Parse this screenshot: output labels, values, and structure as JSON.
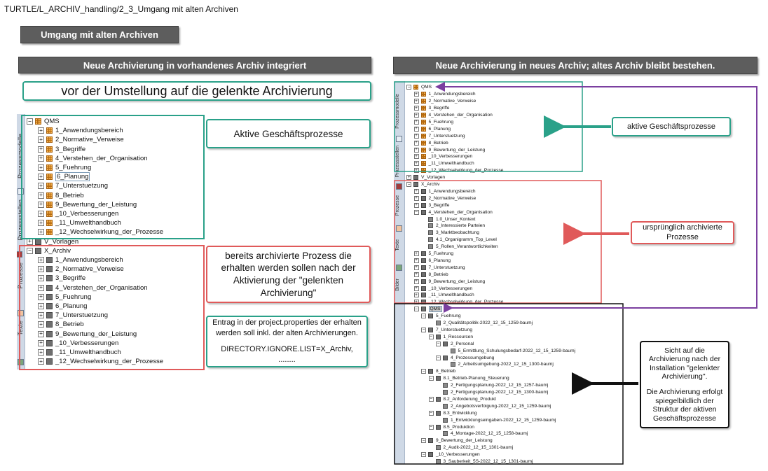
{
  "breadcrumb": "TURTLE/L_ARCHIV_handling/2_3_Umgang mit alten Archiven",
  "page_title": "Umgang mit alten Archiven",
  "left": {
    "header": "Neue Archivierung in vorhandenes Archiv integriert",
    "subtitle": "vor der Umstellung auf die gelenkte Archivierung",
    "callout_active": "Aktive Geschäftsprozesse",
    "callout_archived": "bereits archivierte Prozess die erhalten werden sollen nach der Aktivierung der \"gelenkten Archivierung\"",
    "callout_config_line1": "Entrag in der project.properties der erhalten werden soll inkl. der alten Archivierungen.",
    "callout_config_line2": "DIRECTORY.IGNORE.LIST=X_Archiv, ........",
    "side_tabs": [
      "Prozessmodelle",
      "Prozessstellen",
      "Prozesse",
      "Texte"
    ],
    "tree": [
      {
        "label": "QMS",
        "level": 0,
        "exp": "−",
        "icon": "grid"
      },
      {
        "label": "1_Anwendungsbereich",
        "level": 1,
        "exp": "+",
        "icon": "grid"
      },
      {
        "label": "2_Normative_Verweise",
        "level": 1,
        "exp": "+",
        "icon": "grid"
      },
      {
        "label": "3_Begriffe",
        "level": 1,
        "exp": "+",
        "icon": "grid"
      },
      {
        "label": "4_Verstehen_der_Organisation",
        "level": 1,
        "exp": "+",
        "icon": "grid"
      },
      {
        "label": "5_Fuehrung",
        "level": 1,
        "exp": "+",
        "icon": "grid"
      },
      {
        "label": "6_Planung",
        "level": 1,
        "exp": "+",
        "icon": "grid",
        "selected": true
      },
      {
        "label": "7_Unterstuetzung",
        "level": 1,
        "exp": "+",
        "icon": "grid"
      },
      {
        "label": "8_Betrieb",
        "level": 1,
        "exp": "+",
        "icon": "grid"
      },
      {
        "label": "9_Bewertung_der_Leistung",
        "level": 1,
        "exp": "+",
        "icon": "grid"
      },
      {
        "label": "_10_Verbesserungen",
        "level": 1,
        "exp": "+",
        "icon": "grid"
      },
      {
        "label": "_11_Umwelthandbuch",
        "level": 1,
        "exp": "+",
        "icon": "grid"
      },
      {
        "label": "_12_Wechselwirkung_der_Prozesse",
        "level": 1,
        "exp": "+",
        "icon": "grid"
      },
      {
        "label": "V_Vorlagen",
        "level": 0,
        "exp": "+",
        "icon": "gray"
      },
      {
        "label": "X_Archiv",
        "level": 0,
        "exp": "−",
        "icon": "gray"
      },
      {
        "label": "1_Anwendungsbereich",
        "level": 1,
        "exp": "+",
        "icon": "gray"
      },
      {
        "label": "2_Normative_Verweise",
        "level": 1,
        "exp": "+",
        "icon": "gray"
      },
      {
        "label": "3_Begriffe",
        "level": 1,
        "exp": "+",
        "icon": "gray"
      },
      {
        "label": "4_Verstehen_der_Organisation",
        "level": 1,
        "exp": "+",
        "icon": "gray"
      },
      {
        "label": "5_Fuehrung",
        "level": 1,
        "exp": "+",
        "icon": "gray"
      },
      {
        "label": "6_Planung",
        "level": 1,
        "exp": "+",
        "icon": "gray"
      },
      {
        "label": "7_Unterstuetzung",
        "level": 1,
        "exp": "+",
        "icon": "gray"
      },
      {
        "label": "8_Betrieb",
        "level": 1,
        "exp": "+",
        "icon": "gray"
      },
      {
        "label": "9_Bewertung_der_Leistung",
        "level": 1,
        "exp": "+",
        "icon": "gray"
      },
      {
        "label": "_10_Verbesserungen",
        "level": 1,
        "exp": "+",
        "icon": "gray"
      },
      {
        "label": "_11_Umwelthandbuch",
        "level": 1,
        "exp": "+",
        "icon": "gray"
      },
      {
        "label": "_12_Wechselwirkung_der_Prozesse",
        "level": 1,
        "exp": "+",
        "icon": "gray"
      }
    ]
  },
  "right": {
    "header": "Neue Archivierung in neues Archiv; altes Archiv bleibt bestehen.",
    "callout_active": "aktive Geschäftsprozesse",
    "callout_archived": "ursprünglich archivierte Prozesse",
    "callout_view_line1": "Sicht auf die Archivierung nach der Installation \"gelenkter Archivierung\".",
    "callout_view_line2": "Die Archivierung erfolgt spiegelbildlich der Struktur der aktiven Geschäftsprozesse",
    "side_tabs": [
      "Prozessmodelle",
      "Prozessstellen",
      "Prozesse",
      "Texte",
      "Bilder"
    ],
    "tree": [
      {
        "label": "QMS",
        "level": 0,
        "exp": "−",
        "icon": "grid"
      },
      {
        "label": "1_Anwendungsbereich",
        "level": 1,
        "exp": "+",
        "icon": "grid"
      },
      {
        "label": "2_Normative_Verweise",
        "level": 1,
        "exp": "+",
        "icon": "grid"
      },
      {
        "label": "3_Begriffe",
        "level": 1,
        "exp": "+",
        "icon": "grid"
      },
      {
        "label": "4_Verstehen_der_Organisation",
        "level": 1,
        "exp": "+",
        "icon": "grid"
      },
      {
        "label": "5_Fuehrung",
        "level": 1,
        "exp": "+",
        "icon": "grid"
      },
      {
        "label": "6_Planung",
        "level": 1,
        "exp": "+",
        "icon": "grid"
      },
      {
        "label": "7_Unterstuetzung",
        "level": 1,
        "exp": "+",
        "icon": "grid"
      },
      {
        "label": "8_Betrieb",
        "level": 1,
        "exp": "+",
        "icon": "grid"
      },
      {
        "label": "9_Bewertung_der_Leistung",
        "level": 1,
        "exp": "+",
        "icon": "grid"
      },
      {
        "label": "_10_Verbesserungen",
        "level": 1,
        "exp": "+",
        "icon": "grid"
      },
      {
        "label": "_11_Umwelthandbuch",
        "level": 1,
        "exp": "+",
        "icon": "grid"
      },
      {
        "label": "_12_Wechselwirkung_der_Prozesse",
        "level": 1,
        "exp": "+",
        "icon": "grid"
      },
      {
        "label": "V_Vorlagen",
        "level": 0,
        "exp": "+",
        "icon": "gray"
      },
      {
        "label": "X_Archiv",
        "level": 0,
        "exp": "−",
        "icon": "gray"
      },
      {
        "label": "1_Anwendungsbereich",
        "level": 1,
        "exp": "+",
        "icon": "gray"
      },
      {
        "label": "2_Normative_Verweise",
        "level": 1,
        "exp": "+",
        "icon": "gray"
      },
      {
        "label": "3_Begriffe",
        "level": 1,
        "exp": "+",
        "icon": "gray"
      },
      {
        "label": "4_Verstehen_der_Organisation",
        "level": 1,
        "exp": "−",
        "icon": "gray"
      },
      {
        "label": "1.0_Unser_Kontext",
        "level": 2,
        "exp": "",
        "icon": "doc"
      },
      {
        "label": "2_Interessierte Parteien",
        "level": 2,
        "exp": "",
        "icon": "doc"
      },
      {
        "label": "3_Marktbeobachtung",
        "level": 2,
        "exp": "",
        "icon": "doc"
      },
      {
        "label": "4.1_Organigramm_Top_Level",
        "level": 2,
        "exp": "",
        "icon": "doc"
      },
      {
        "label": "5_Rollen_Verantwortlichkeiten",
        "level": 2,
        "exp": "",
        "icon": "doc"
      },
      {
        "label": "5_Fuehrung",
        "level": 1,
        "exp": "+",
        "icon": "gray"
      },
      {
        "label": "6_Planung",
        "level": 1,
        "exp": "+",
        "icon": "gray"
      },
      {
        "label": "7_Unterstuetzung",
        "level": 1,
        "exp": "+",
        "icon": "gray"
      },
      {
        "label": "8_Betrieb",
        "level": 1,
        "exp": "+",
        "icon": "gray"
      },
      {
        "label": "9_Bewertung_der_Leistung",
        "level": 1,
        "exp": "+",
        "icon": "gray"
      },
      {
        "label": "_10_Verbesserungen",
        "level": 1,
        "exp": "+",
        "icon": "gray"
      },
      {
        "label": "_11_Umwelthandbuch",
        "level": 1,
        "exp": "+",
        "icon": "gray"
      },
      {
        "label": "_12_Wechselwirkung_der_Prozesse",
        "level": 1,
        "exp": "+",
        "icon": "gray"
      },
      {
        "label": "QMS",
        "level": 1,
        "exp": "−",
        "icon": "gray",
        "selected": true
      },
      {
        "label": "5_Fuehrung",
        "level": 2,
        "exp": "−",
        "icon": "gray"
      },
      {
        "label": "2_Qualitätspolitik-2022_12_15_1259-baumj",
        "level": 3,
        "exp": "",
        "icon": "doc"
      },
      {
        "label": "7_Unterstuetzung",
        "level": 2,
        "exp": "−",
        "icon": "gray"
      },
      {
        "label": "1_Ressourcen",
        "level": 3,
        "exp": "−",
        "icon": "gray"
      },
      {
        "label": "2_Personal",
        "level": 4,
        "exp": "−",
        "icon": "gray"
      },
      {
        "label": "5_Ermittlung_Schulungsbedarf-2022_12_15_1259-baumj",
        "level": 5,
        "exp": "",
        "icon": "doc"
      },
      {
        "label": "4_Prozessumgebung",
        "level": 4,
        "exp": "−",
        "icon": "gray"
      },
      {
        "label": "2_Arbeitsumgebung-2022_12_15_1300-baumj",
        "level": 5,
        "exp": "",
        "icon": "doc"
      },
      {
        "label": "8_Betrieb",
        "level": 2,
        "exp": "−",
        "icon": "gray"
      },
      {
        "label": "8.1_Betrieb-Planung_Steuerung",
        "level": 3,
        "exp": "−",
        "icon": "gray"
      },
      {
        "label": "2_Fertigungsplanung-2022_12_15_1257-baumj",
        "level": 4,
        "exp": "",
        "icon": "doc"
      },
      {
        "label": "2_Fertigungsplanung-2022_12_15_1300-baumj",
        "level": 4,
        "exp": "",
        "icon": "doc"
      },
      {
        "label": "8.2_Anforderung_Produkt",
        "level": 3,
        "exp": "−",
        "icon": "gray"
      },
      {
        "label": "2_Angebotsverfolgung-2022_12_15_1259-baumj",
        "level": 4,
        "exp": "",
        "icon": "doc"
      },
      {
        "label": "8.3_Entwicklung",
        "level": 3,
        "exp": "−",
        "icon": "gray"
      },
      {
        "label": "1_Entwicklungseingaben-2022_12_15_1259-baumj",
        "level": 4,
        "exp": "",
        "icon": "doc"
      },
      {
        "label": "8.5_Produktion",
        "level": 3,
        "exp": "−",
        "icon": "gray"
      },
      {
        "label": "4_Montage-2022_12_15_1258-baumj",
        "level": 4,
        "exp": "",
        "icon": "doc"
      },
      {
        "label": "9_Bewertung_der_Leistung",
        "level": 2,
        "exp": "−",
        "icon": "gray"
      },
      {
        "label": "2_Audit-2022_12_15_1301-baumj",
        "level": 3,
        "exp": "",
        "icon": "doc"
      },
      {
        "label": "_10_Verbesserungen",
        "level": 2,
        "exp": "−",
        "icon": "gray"
      },
      {
        "label": "3_Sauberkeit_5S-2022_12_15_1301-baumj",
        "level": 3,
        "exp": "",
        "icon": "doc"
      }
    ]
  },
  "colors": {
    "header_bg": "#5d5d5d",
    "teal": "#2aa189",
    "red": "#e05a5a",
    "purple": "#7b3fa0",
    "black": "#111111",
    "folder_icon": "#f2b04d",
    "side_strip": "#cfd9e6"
  }
}
